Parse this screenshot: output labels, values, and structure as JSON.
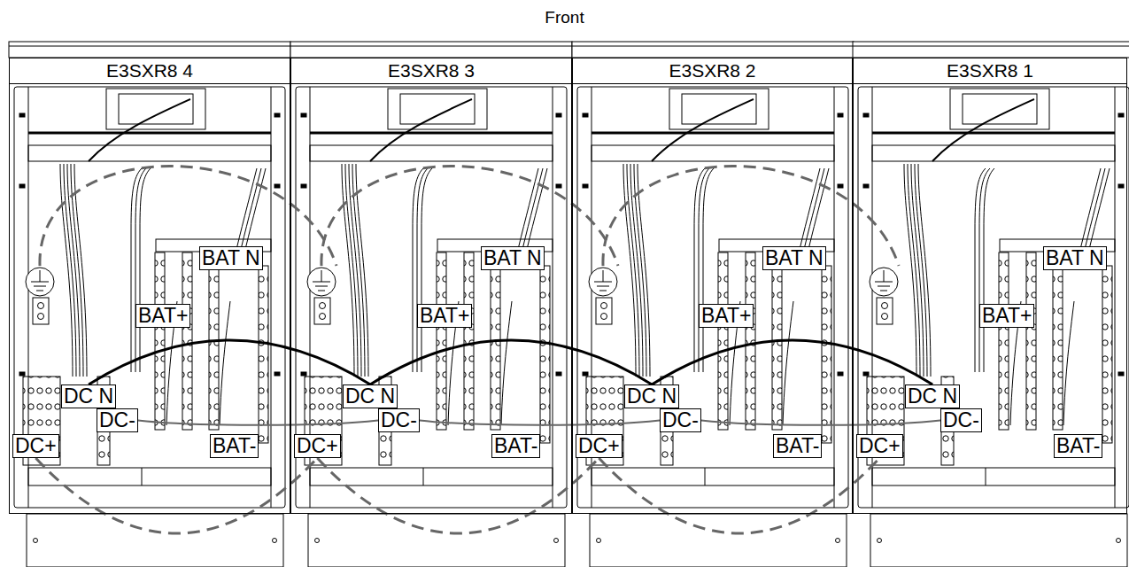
{
  "diagram": {
    "title": "Front",
    "nodes": [
      {
        "text": [
          "E3SXR8 4"
        ]
      },
      {
        "text": [
          "BAT N"
        ],
        "in": 0
      },
      {
        "text": [
          "BAT+"
        ],
        "in": 0
      },
      {
        "text": [
          "DC N"
        ],
        "in": 0
      },
      {
        "text": [
          "DC-"
        ],
        "in": 0
      },
      {
        "text": [
          "DC+"
        ],
        "in": 0
      },
      {
        "text": [
          "BAT-"
        ],
        "in": 0
      },
      {
        "text": [
          "E3SXR8 3"
        ]
      },
      {
        "text": [
          "BAT N"
        ],
        "in": 7
      },
      {
        "text": [
          "BAT+"
        ],
        "in": 7
      },
      {
        "text": [
          "DC N"
        ],
        "in": 7
      },
      {
        "text": [
          "DC-"
        ],
        "in": 7
      },
      {
        "text": [
          "DC+"
        ],
        "in": 7
      },
      {
        "text": [
          "BAT-"
        ],
        "in": 7
      },
      {
        "text": [
          "E3SXR8 2"
        ]
      },
      {
        "text": [
          "BAT N"
        ],
        "in": 14
      },
      {
        "text": [
          "BAT+"
        ],
        "in": 14
      },
      {
        "text": [
          "DC N"
        ],
        "in": 14
      },
      {
        "text": [
          "DC-"
        ],
        "in": 14
      },
      {
        "text": [
          "DC+"
        ],
        "in": 14
      },
      {
        "text": [
          "BAT-"
        ],
        "in": 14
      },
      {
        "text": [
          "E3SXR8 1"
        ]
      },
      {
        "text": [
          "BAT N"
        ],
        "in": 21
      },
      {
        "text": [
          "BAT+"
        ],
        "in": 21
      },
      {
        "text": [
          "DC N"
        ],
        "in": 21
      },
      {
        "text": [
          "DC-"
        ],
        "in": 21
      },
      {
        "text": [
          "DC+"
        ],
        "in": 21
      },
      {
        "text": [
          "BAT-"
        ],
        "in": 21
      }
    ],
    "edges": [
      {
        "from": 3,
        "to": 10,
        "arrow": "none"
      },
      {
        "from": 10,
        "to": 17,
        "arrow": "none"
      },
      {
        "from": 17,
        "to": 24,
        "arrow": "none"
      },
      {
        "from": 4,
        "to": 11,
        "arrow": "none"
      },
      {
        "from": 11,
        "to": 18,
        "arrow": "none"
      },
      {
        "from": 18,
        "to": 25,
        "arrow": "none"
      },
      {
        "from": 5,
        "to": 12,
        "arrow": "none"
      },
      {
        "from": 12,
        "to": 19,
        "arrow": "none"
      },
      {
        "from": 19,
        "to": 26,
        "arrow": "none"
      }
    ]
  }
}
